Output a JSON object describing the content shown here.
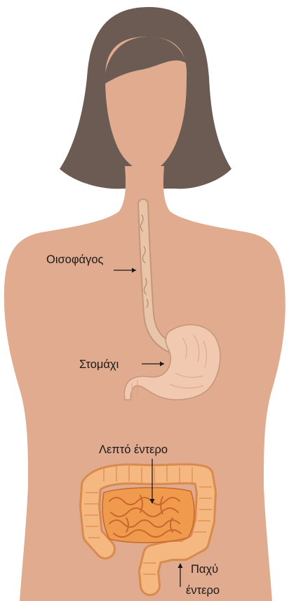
{
  "labels": {
    "esophagus": "Οισοφάγος",
    "stomach": "Στομάχι",
    "small_intestine": "Λεπτό έντερο",
    "large_intestine_line1": "Παχύ",
    "large_intestine_line2": "έντερο"
  },
  "colors": {
    "skin": "#e0ab8e",
    "hair": "#6b5b52",
    "esophagus": "#e8c4a8",
    "stomach": "#f1c9b1",
    "small_intestine": "#f09a4e",
    "large_intestine": "#f4b880",
    "text": "#1a1a1a"
  }
}
